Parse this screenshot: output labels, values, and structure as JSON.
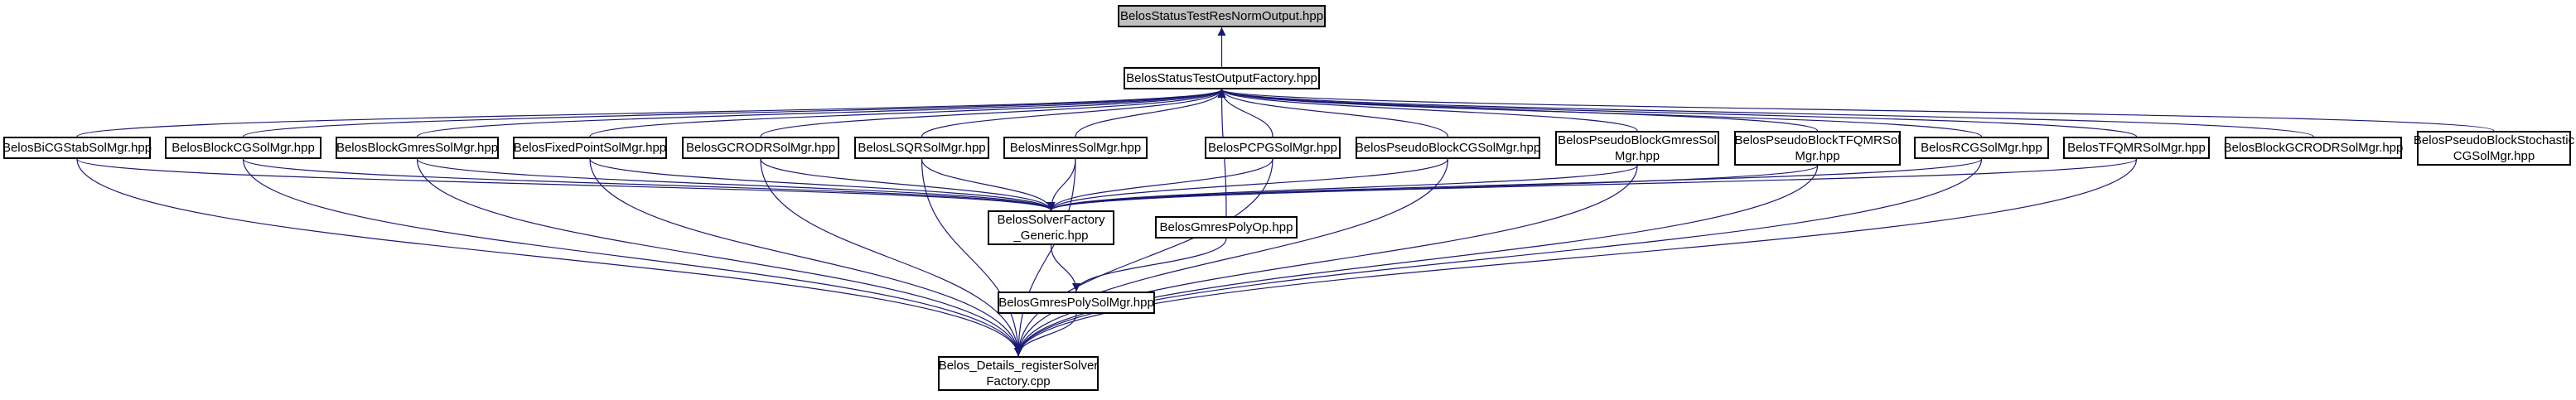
{
  "colors": {
    "edge": "#191970",
    "node_border": "#000000",
    "highlight_fill": "#bfbfbf",
    "node_fill": "#ffffff"
  },
  "nodes": [
    {
      "id": "root",
      "label": "BelosStatusTestResNormOutput.hpp",
      "highlight": true
    },
    {
      "id": "factory",
      "label": "BelosStatusTestOutputFactory.hpp"
    },
    {
      "id": "bicgstab",
      "label": "BelosBiCGStabSolMgr.hpp"
    },
    {
      "id": "blockcg",
      "label": "BelosBlockCGSolMgr.hpp"
    },
    {
      "id": "blockgmres",
      "label": "BelosBlockGmresSolMgr.hpp"
    },
    {
      "id": "fixedpoint",
      "label": "BelosFixedPointSolMgr.hpp"
    },
    {
      "id": "gcrodr",
      "label": "BelosGCRODRSolMgr.hpp"
    },
    {
      "id": "lsqr",
      "label": "BelosLSQRSolMgr.hpp"
    },
    {
      "id": "minres",
      "label": "BelosMinresSolMgr.hpp"
    },
    {
      "id": "pcpg",
      "label": "BelosPCPGSolMgr.hpp"
    },
    {
      "id": "pseudoblockcg",
      "label": "BelosPseudoBlockCGSolMgr.hpp"
    },
    {
      "id": "pseudoblockgmres",
      "label": "BelosPseudoBlockGmresSol\nMgr.hpp"
    },
    {
      "id": "pseudoblocktfqmr",
      "label": "BelosPseudoBlockTFQMRSol\nMgr.hpp"
    },
    {
      "id": "rcg",
      "label": "BelosRCGSolMgr.hpp"
    },
    {
      "id": "tfqmr",
      "label": "BelosTFQMRSolMgr.hpp"
    },
    {
      "id": "blockgcrodr",
      "label": "BelosBlockGCRODRSolMgr.hpp"
    },
    {
      "id": "pseudoblockstochastic",
      "label": "BelosPseudoBlockStochastic\nCGSolMgr.hpp"
    },
    {
      "id": "solverfactory",
      "label": "BelosSolverFactory\n_Generic.hpp"
    },
    {
      "id": "gmrespolyop",
      "label": "BelosGmresPolyOp.hpp"
    },
    {
      "id": "gmrespolysolmgr",
      "label": "BelosGmresPolySolMgr.hpp"
    },
    {
      "id": "details",
      "label": "Belos_Details_registerSolver\nFactory.cpp"
    }
  ],
  "edges": [
    [
      "factory",
      "root"
    ],
    [
      "bicgstab",
      "factory"
    ],
    [
      "blockcg",
      "factory"
    ],
    [
      "blockgmres",
      "factory"
    ],
    [
      "fixedpoint",
      "factory"
    ],
    [
      "gcrodr",
      "factory"
    ],
    [
      "lsqr",
      "factory"
    ],
    [
      "minres",
      "factory"
    ],
    [
      "pcpg",
      "factory"
    ],
    [
      "pseudoblockcg",
      "factory"
    ],
    [
      "pseudoblockgmres",
      "factory"
    ],
    [
      "pseudoblocktfqmr",
      "factory"
    ],
    [
      "rcg",
      "factory"
    ],
    [
      "tfqmr",
      "factory"
    ],
    [
      "blockgcrodr",
      "factory"
    ],
    [
      "pseudoblockstochastic",
      "factory"
    ],
    [
      "gmrespolyop",
      "factory"
    ],
    [
      "bicgstab",
      "solverfactory"
    ],
    [
      "blockcg",
      "solverfactory"
    ],
    [
      "blockgmres",
      "solverfactory"
    ],
    [
      "fixedpoint",
      "solverfactory"
    ],
    [
      "gcrodr",
      "solverfactory"
    ],
    [
      "lsqr",
      "solverfactory"
    ],
    [
      "minres",
      "solverfactory"
    ],
    [
      "pcpg",
      "solverfactory"
    ],
    [
      "pseudoblockcg",
      "solverfactory"
    ],
    [
      "pseudoblockgmres",
      "solverfactory"
    ],
    [
      "pseudoblocktfqmr",
      "solverfactory"
    ],
    [
      "rcg",
      "solverfactory"
    ],
    [
      "tfqmr",
      "solverfactory"
    ],
    [
      "solverfactory",
      "gmrespolysolmgr"
    ],
    [
      "gmrespolyop",
      "gmrespolysolmgr"
    ],
    [
      "bicgstab",
      "details"
    ],
    [
      "blockcg",
      "details"
    ],
    [
      "blockgmres",
      "details"
    ],
    [
      "fixedpoint",
      "details"
    ],
    [
      "gcrodr",
      "details"
    ],
    [
      "lsqr",
      "details"
    ],
    [
      "minres",
      "details"
    ],
    [
      "pcpg",
      "details"
    ],
    [
      "pseudoblockcg",
      "details"
    ],
    [
      "pseudoblockgmres",
      "details"
    ],
    [
      "pseudoblocktfqmr",
      "details"
    ],
    [
      "rcg",
      "details"
    ],
    [
      "tfqmr",
      "details"
    ],
    [
      "gmrespolysolmgr",
      "details"
    ]
  ]
}
